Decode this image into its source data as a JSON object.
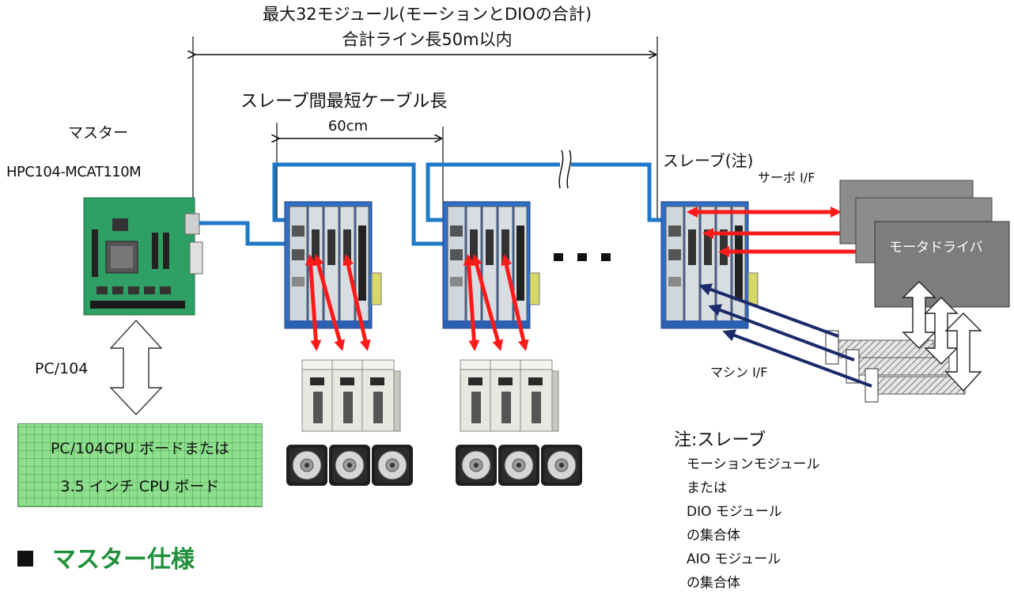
{
  "title": {
    "line1": "最大32モジュール(モーションとDIOの合計)",
    "line2": "合計ライン長50m以内"
  },
  "span_label": "スレーブ間最短ケーブル長",
  "span_value": "60cm",
  "master": {
    "label": "マスター",
    "model": "HPC104-MCAT110M"
  },
  "slave_label": "スレーブ(注)",
  "servo_if": "サーボ I/F",
  "motor_driver": "モータドライバ",
  "machine_if": "マシン I/F",
  "bus_label": "PC/104",
  "cpu_board": {
    "line1": "PC/104CPU ボードまたは",
    "line2": "3.5 インチ CPU ボード"
  },
  "note": {
    "head": "注:スレーブ",
    "lines": [
      "モーションモジュール",
      "または",
      "DIO モジュール",
      "の集合体",
      "AIO モジュール",
      "の集合体"
    ]
  },
  "section_title": "マスター仕様",
  "ellipsis": "■ ■ ■",
  "colors": {
    "cable": "#1f78c8",
    "arrow": "#ff1a1a",
    "navy_arrow": "#1a2a6a",
    "title_green": "#1f8f3a",
    "cpu_box": "#8ee08e"
  }
}
